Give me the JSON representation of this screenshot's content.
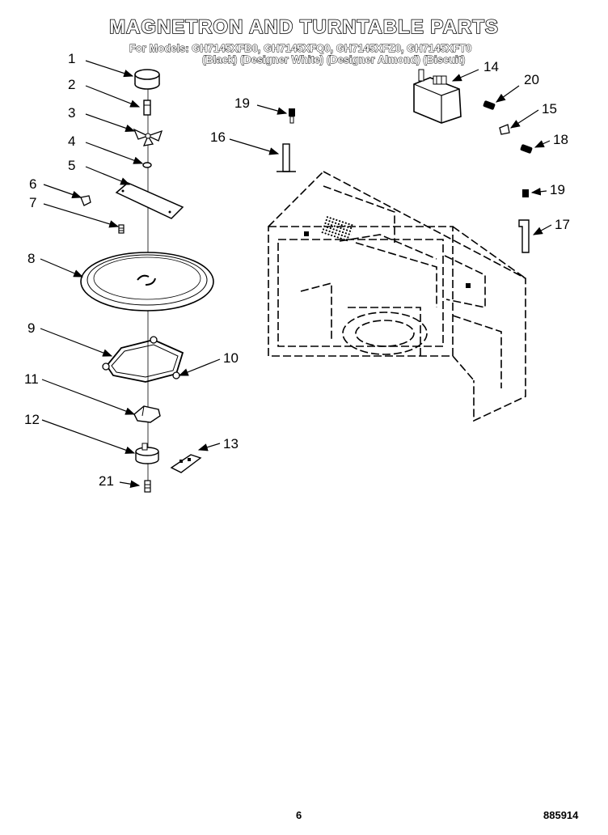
{
  "header": {
    "title": "MAGNETRON AND TURNTABLE PARTS",
    "models": "For Models: GH7145XFB0, GH7145XFQ0, GH7145XFZ0, GH7145XFT0",
    "colors": "(Black)  (Designer White) (Designer Almond)  (Biscuit)"
  },
  "footer": {
    "page_number": "6",
    "reference": "885914"
  },
  "callouts": [
    "1",
    "2",
    "3",
    "4",
    "5",
    "6",
    "7",
    "8",
    "9",
    "10",
    "11",
    "12",
    "13",
    "14",
    "15",
    "16",
    "17",
    "18",
    "19",
    "19",
    "20",
    "21"
  ]
}
